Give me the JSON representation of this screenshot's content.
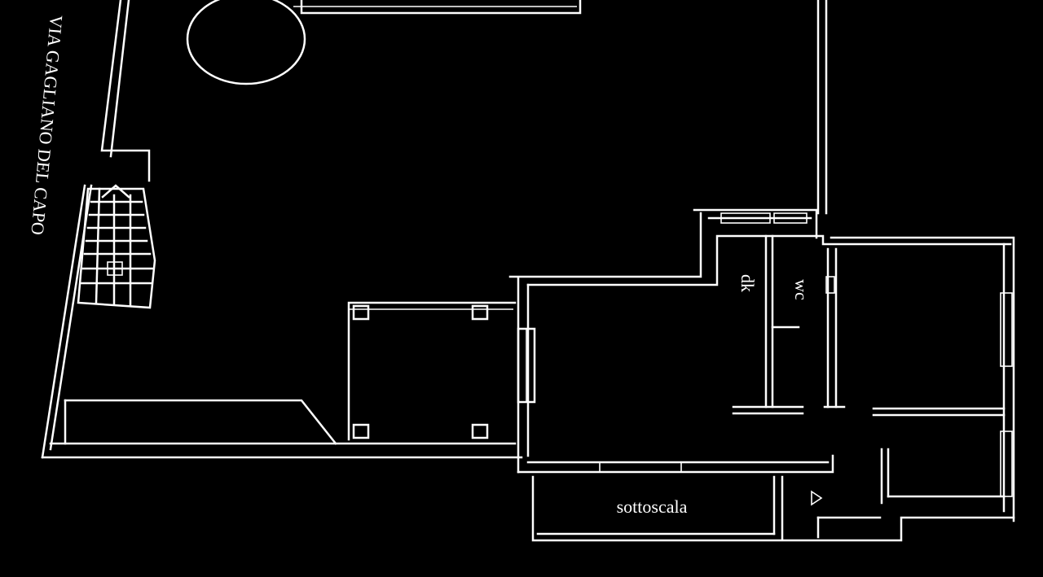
{
  "plan": {
    "labels": {
      "street": "VIA GAGLIANO DEL CAPO",
      "dk": "dk",
      "wc": "wc",
      "sottoscala": "sottoscala"
    },
    "colors": {
      "background": "#000000",
      "lines": "#ffffff"
    }
  }
}
